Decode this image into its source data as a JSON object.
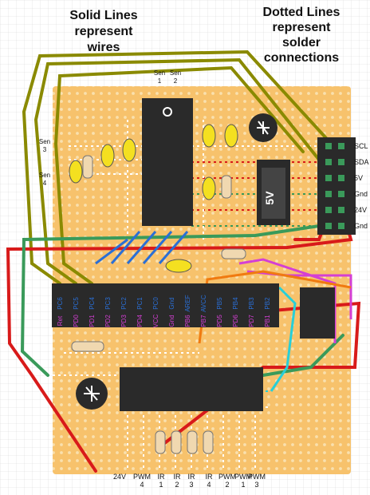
{
  "legend": {
    "solid": [
      "Solid Lines",
      "represent",
      "wires"
    ],
    "dotted": [
      "Dotted Lines",
      "represent",
      "solder",
      "connections"
    ]
  },
  "sensor_labels": {
    "sen1": [
      "Sen",
      "1"
    ],
    "sen2": [
      "Sen",
      "2"
    ],
    "sen3": [
      "Sen",
      "3"
    ],
    "sen4": [
      "Sen",
      "4"
    ]
  },
  "regulator_label": "5V",
  "header_pins": [
    "SCL",
    "SDA",
    "5V",
    "Gnd",
    "24V",
    "Gnd"
  ],
  "mcu_top_pins": [
    "PC6",
    "PC5",
    "PC4",
    "PC3",
    "PC2",
    "PC1",
    "PC0",
    "Gnd",
    "AREF",
    "AVCC",
    "PB5",
    "PB4",
    "PB3",
    "PB2"
  ],
  "mcu_bottom_pins": [
    "Ret",
    "PD0",
    "PD1",
    "PD2",
    "PD3",
    "PD4",
    "VCC",
    "Gnd",
    "PB6",
    "PB7",
    "PD5",
    "PD6",
    "PD7",
    "PB1"
  ],
  "bottom_labels": [
    [
      "24V"
    ],
    [
      "PWM",
      "4"
    ],
    [
      "IR",
      "1"
    ],
    [
      "IR",
      "2"
    ],
    [
      "IR",
      "3"
    ],
    [
      "IR",
      "4"
    ],
    [
      "PWM",
      "2"
    ],
    [
      "PWM",
      "1"
    ],
    [
      "PWM",
      "3"
    ]
  ],
  "colors": {
    "board": "#f7c26c",
    "hole": "#f9e0ae",
    "grid": "#d8d8d8",
    "olive_wire": "#8a8a00",
    "red_wire": "#d81a1a",
    "blue_wire": "#2a6fd6",
    "green_wire": "#3a9a5a",
    "magenta_wire": "#d43fd4",
    "cyan_wire": "#27cfd8",
    "orange_wire": "#f07a10",
    "chip": "#2a2a2a",
    "cap_yellow": "#f4e020"
  }
}
